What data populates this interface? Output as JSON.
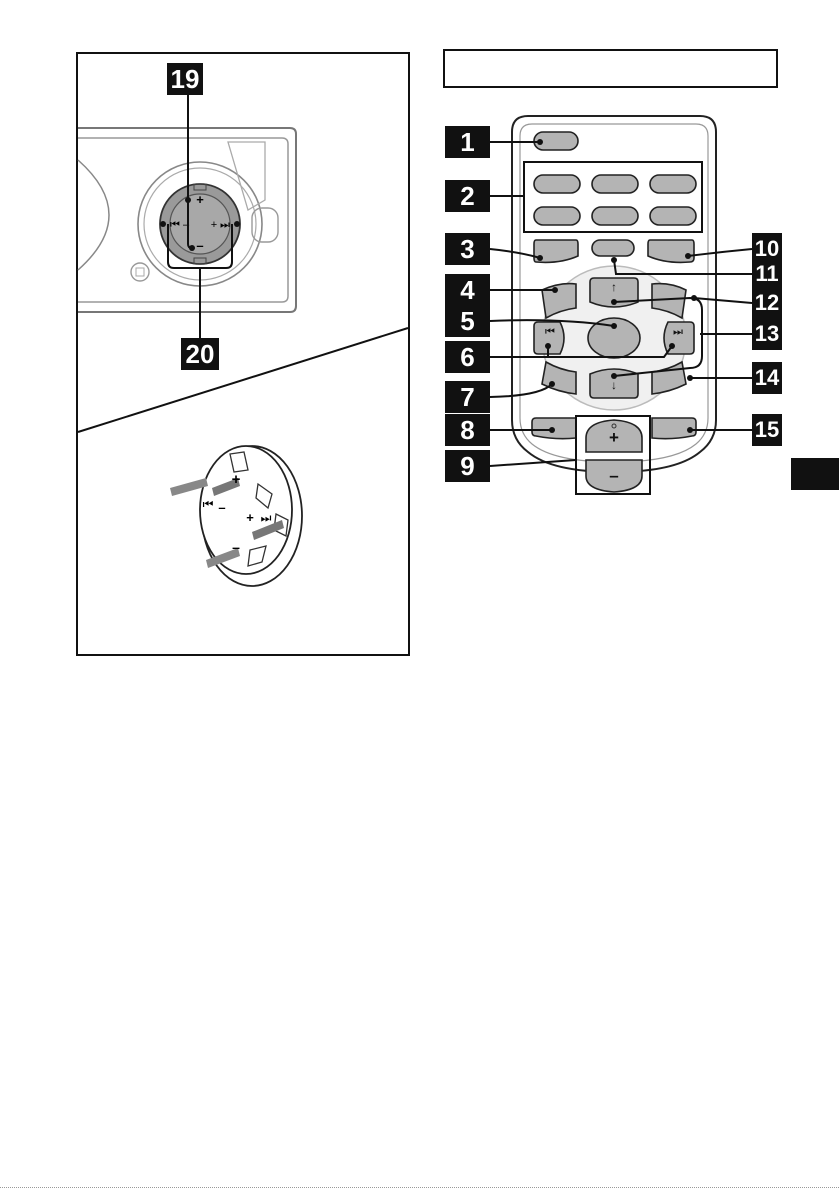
{
  "left_figure": {
    "callouts": [
      "19",
      "20"
    ],
    "unit_symbols": {
      "plus": "+",
      "minus": "–",
      "prev": "⏮",
      "next": "⏭"
    },
    "dial_symbols": {
      "plus": "+",
      "minus": "–",
      "prev": "⏮",
      "next": "⏭"
    }
  },
  "right_figure": {
    "callouts": [
      "1",
      "2",
      "3",
      "4",
      "5",
      "6",
      "7",
      "8",
      "9",
      "10",
      "11",
      "12",
      "13",
      "14",
      "15"
    ],
    "remote_symbols": {
      "up": "↑",
      "down": "↓",
      "prev": "⏮",
      "next": "⏭",
      "vol_plus": "+",
      "vol_minus": "–"
    }
  },
  "colors": {
    "button_fill": "#b4b4b4",
    "line": "#111111",
    "tab": "#111111"
  }
}
